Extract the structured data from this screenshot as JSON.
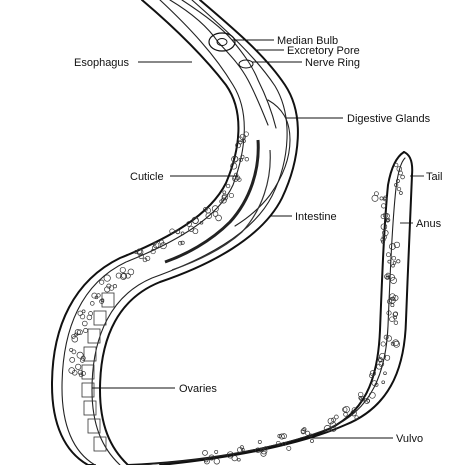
{
  "labels": {
    "median_bulb": "Median Bulb",
    "excretory_pore": "Excretory Pore",
    "nerve_ring": "Nerve Ring",
    "esophagus": "Esophagus",
    "digestive_glands": "Digestive Glands",
    "cuticle": "Cuticle",
    "tail": "Tail",
    "intestine": "Intestine",
    "anus": "Anus",
    "ovaries": "Ovaries",
    "vulvo": "Vulvo"
  }
}
